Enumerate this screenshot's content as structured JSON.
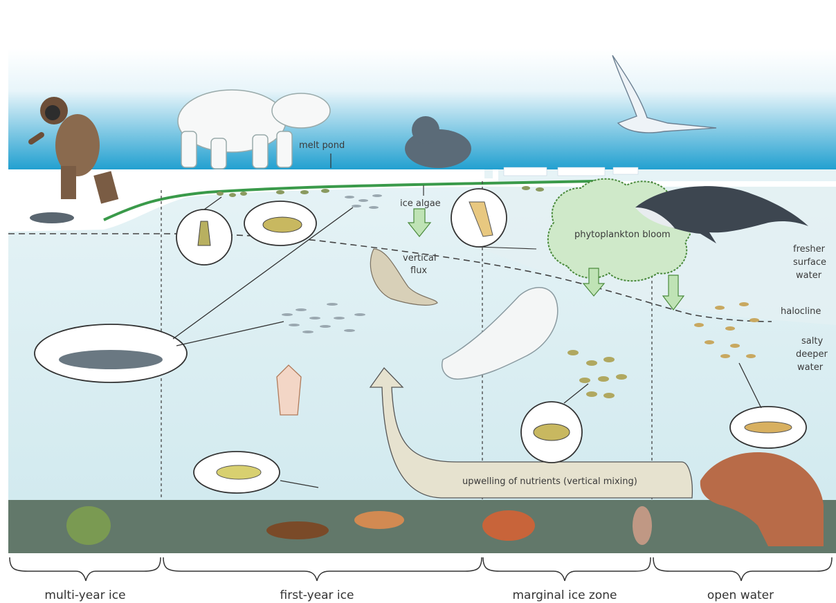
{
  "labels": {
    "melt_pond": "melt pond",
    "ice_algae": "ice algae",
    "vertical_flux_1": "vertical",
    "vertical_flux_2": "flux",
    "phytoplankton_bloom": "phytoplankton bloom",
    "fresher_1": "fresher",
    "fresher_2": "surface",
    "fresher_3": "water",
    "halocline": "halocline",
    "salty_1": "salty",
    "salty_2": "deeper",
    "salty_3": "water",
    "upwelling": "upwelling of nutrients (vertical mixing)"
  },
  "zones": [
    "multi-year ice",
    "first-year ice",
    "marginal ice zone",
    "open water"
  ],
  "icons": {
    "person": "hunter-figure-icon",
    "bear": "polar-bear-icon",
    "seal": "seal-icon",
    "gull": "gull-icon",
    "whale_bowhead": "bowhead-whale-icon",
    "beluga": "beluga-icon",
    "walrus": "walrus-icon",
    "cod": "arctic-cod-icon",
    "squid": "squid-icon",
    "crab": "crab-icon",
    "flatfish": "flatfish-icon",
    "amphipod": "amphipod-icon",
    "krill": "krill-icon",
    "copepod": "copepod-icon",
    "arrow": "vertical-flux-arrow-icon"
  },
  "colors": {
    "sky_top": "#ffffff",
    "sky_bottom": "#2da3d0",
    "ice": "#ffffff",
    "water": "#d7edf1",
    "seafloor": "#62786a",
    "bloom": "#cfe9c9",
    "bloom_edge": "#4a8a3c",
    "algae_line": "#3a9a4a",
    "upwelling": "#e8e4d3"
  }
}
